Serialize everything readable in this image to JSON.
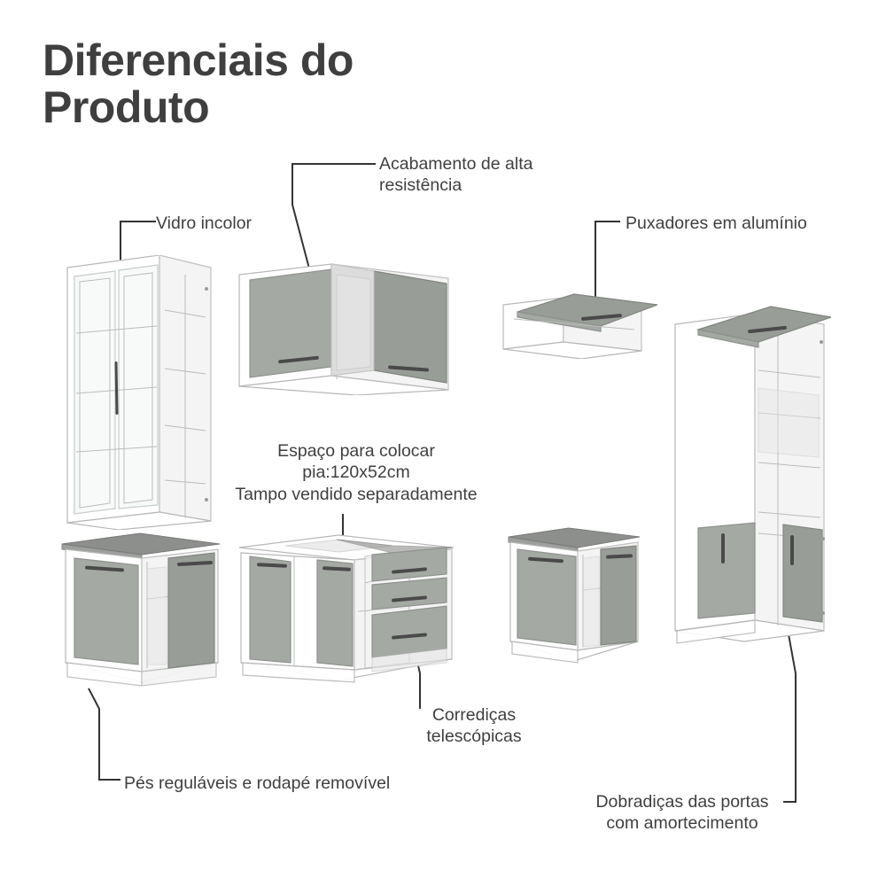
{
  "page": {
    "title": "Diferenciais do Produto",
    "background_color": "#ffffff",
    "text_color": "#3f3f3f"
  },
  "annotations": [
    {
      "id": "vidro-incolor",
      "text": "Vidro incolor"
    },
    {
      "id": "acabamento",
      "text": "Acabamento de alta\nresistência"
    },
    {
      "id": "puxadores",
      "text": "Puxadores em alumínio"
    },
    {
      "id": "espaco-pia",
      "text": "Espaço para colocar\npia:120x52cm\nTampo vendido separadamente"
    },
    {
      "id": "corredicas",
      "text": "Corrediças\ntelescópicas"
    },
    {
      "id": "pes-reguláveis",
      "text": "Pés reguláveis e rodapé removível"
    },
    {
      "id": "dobradicas",
      "text": "Dobradiças das portas\ncom amortecimento"
    }
  ],
  "furniture": [
    {
      "id": "glass-door-tall-cabinet",
      "name": "Armário alto com portas de vidro"
    },
    {
      "id": "upper-wall-cabinet",
      "name": "Armário aéreo 2 portas"
    },
    {
      "id": "flip-up-wall-cabinet",
      "name": "Armário aéreo basculante"
    },
    {
      "id": "oven-tower-cabinet",
      "name": "Torre quente / armário forno"
    },
    {
      "id": "base-cabinet-2-doors",
      "name": "Balcão 2 portas"
    },
    {
      "id": "sink-base-cabinet",
      "name": "Balcão para pia com gavetas"
    },
    {
      "id": "base-cabinet-small",
      "name": "Balcão 2 portas pequeno"
    }
  ],
  "colors": {
    "cabinet_white": "#ffffff",
    "cabinet_gray": "#a5a9a4",
    "countertop": "#8d8f8c",
    "handle": "#4a4a4a",
    "line": "#333333"
  }
}
